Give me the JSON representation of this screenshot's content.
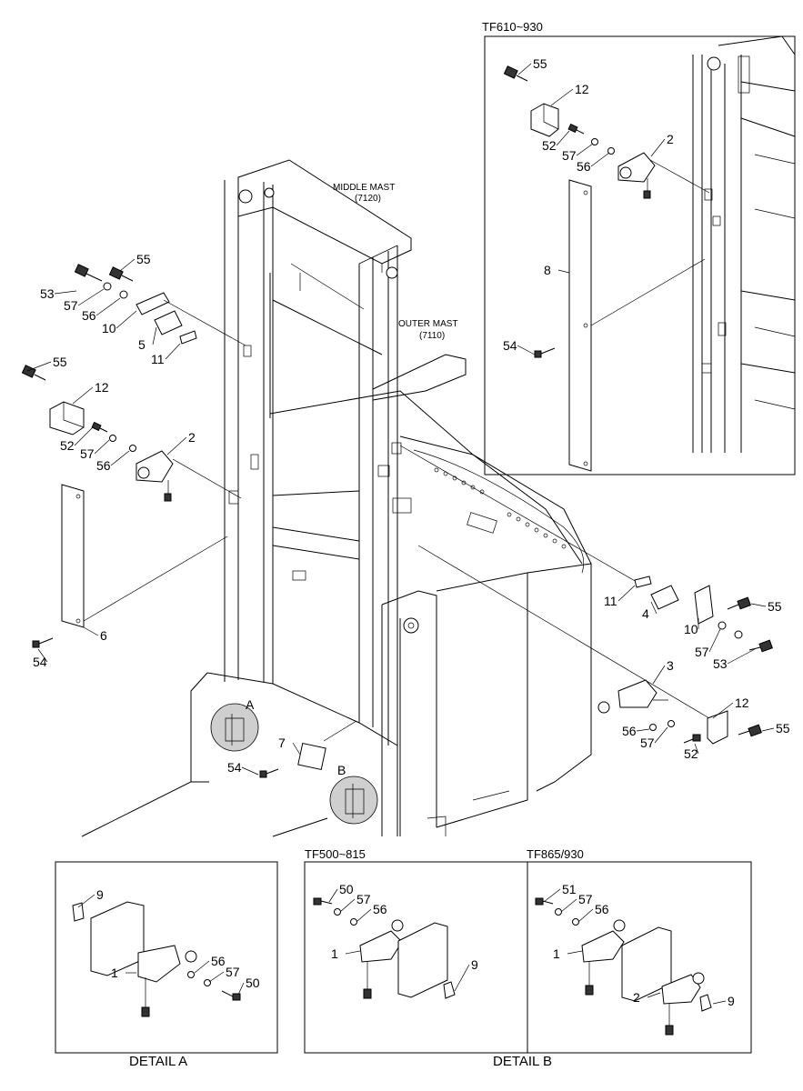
{
  "texts": {
    "middle_mast": "MIDDLE MAST",
    "middle_mast_no": "(7120)",
    "outer_mast": "OUTER MAST",
    "outer_mast_no": "(7110)",
    "inset_title": "TF610~930",
    "detail_b_left_title": "TF500~815",
    "detail_b_right_title": "TF865/930",
    "callout_a": "A",
    "callout_b": "B",
    "detail_a_caption": "DETAIL A",
    "detail_b_caption": "DETAIL B"
  },
  "labels": [
    "55",
    "12",
    "52",
    "57",
    "56",
    "2",
    "8",
    "54",
    "53",
    "55",
    "57",
    "56",
    "10",
    "5",
    "11",
    "55",
    "12",
    "52",
    "57",
    "56",
    "2",
    "6",
    "54",
    "7",
    "54",
    "11",
    "4",
    "55",
    "10",
    "57",
    "53",
    "3",
    "12",
    "56",
    "57",
    "55",
    "52",
    "9",
    "1",
    "56",
    "57",
    "50",
    "50",
    "57",
    "56",
    "1",
    "9",
    "51",
    "57",
    "56",
    "1",
    "2",
    "9"
  ]
}
